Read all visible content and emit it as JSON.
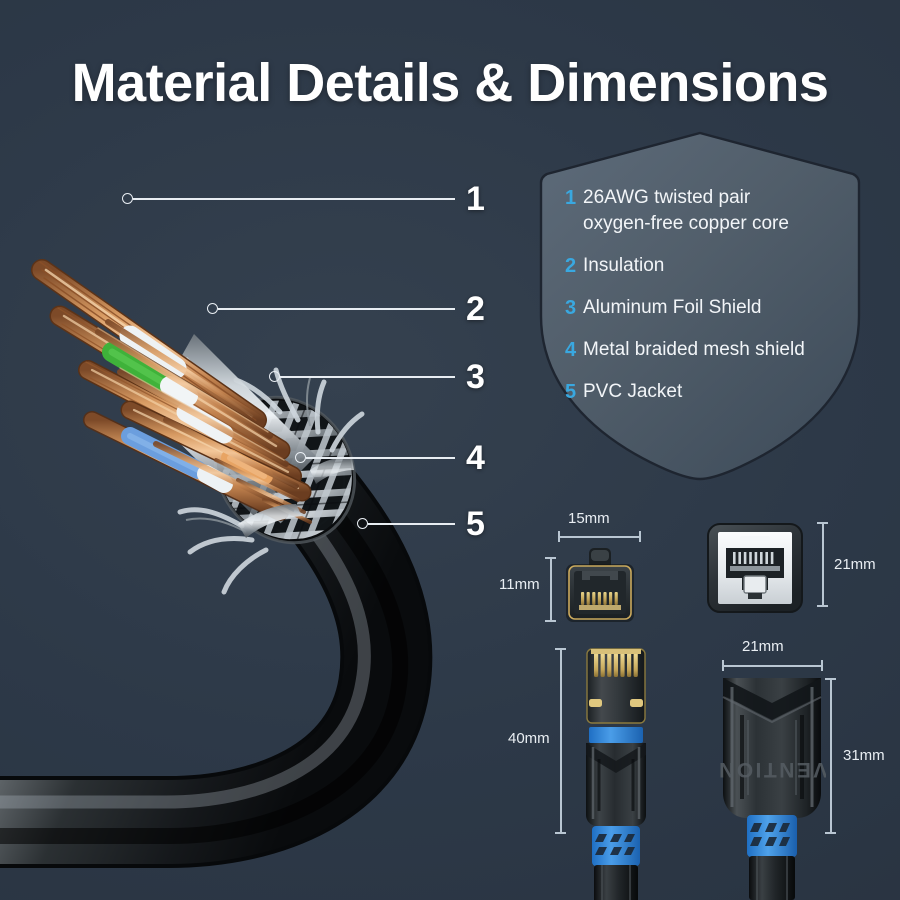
{
  "page": {
    "title": "Material Details & Dimensions",
    "background_color": "#2b3645",
    "accent_color": "#39a8e0",
    "text_color": "#ffffff"
  },
  "legend": {
    "items": [
      {
        "num": "1",
        "line1": "26AWG twisted pair",
        "line2": "oxygen-free copper core"
      },
      {
        "num": "2",
        "line1": "Insulation",
        "line2": ""
      },
      {
        "num": "3",
        "line1": "Aluminum Foil Shield",
        "line2": ""
      },
      {
        "num": "4",
        "line1": "Metal braided mesh shield",
        "line2": ""
      },
      {
        "num": "5",
        "line1": "PVC Jacket",
        "line2": ""
      }
    ]
  },
  "callouts": [
    {
      "num": "1"
    },
    {
      "num": "2"
    },
    {
      "num": "3"
    },
    {
      "num": "4"
    },
    {
      "num": "5"
    }
  ],
  "dimensions": {
    "plug_front_width": "15mm",
    "plug_front_height": "11mm",
    "port_front_height": "21mm",
    "plug_side_height": "40mm",
    "coupler_width": "21mm",
    "coupler_height": "31mm"
  },
  "brand": {
    "name": "VENTION"
  }
}
